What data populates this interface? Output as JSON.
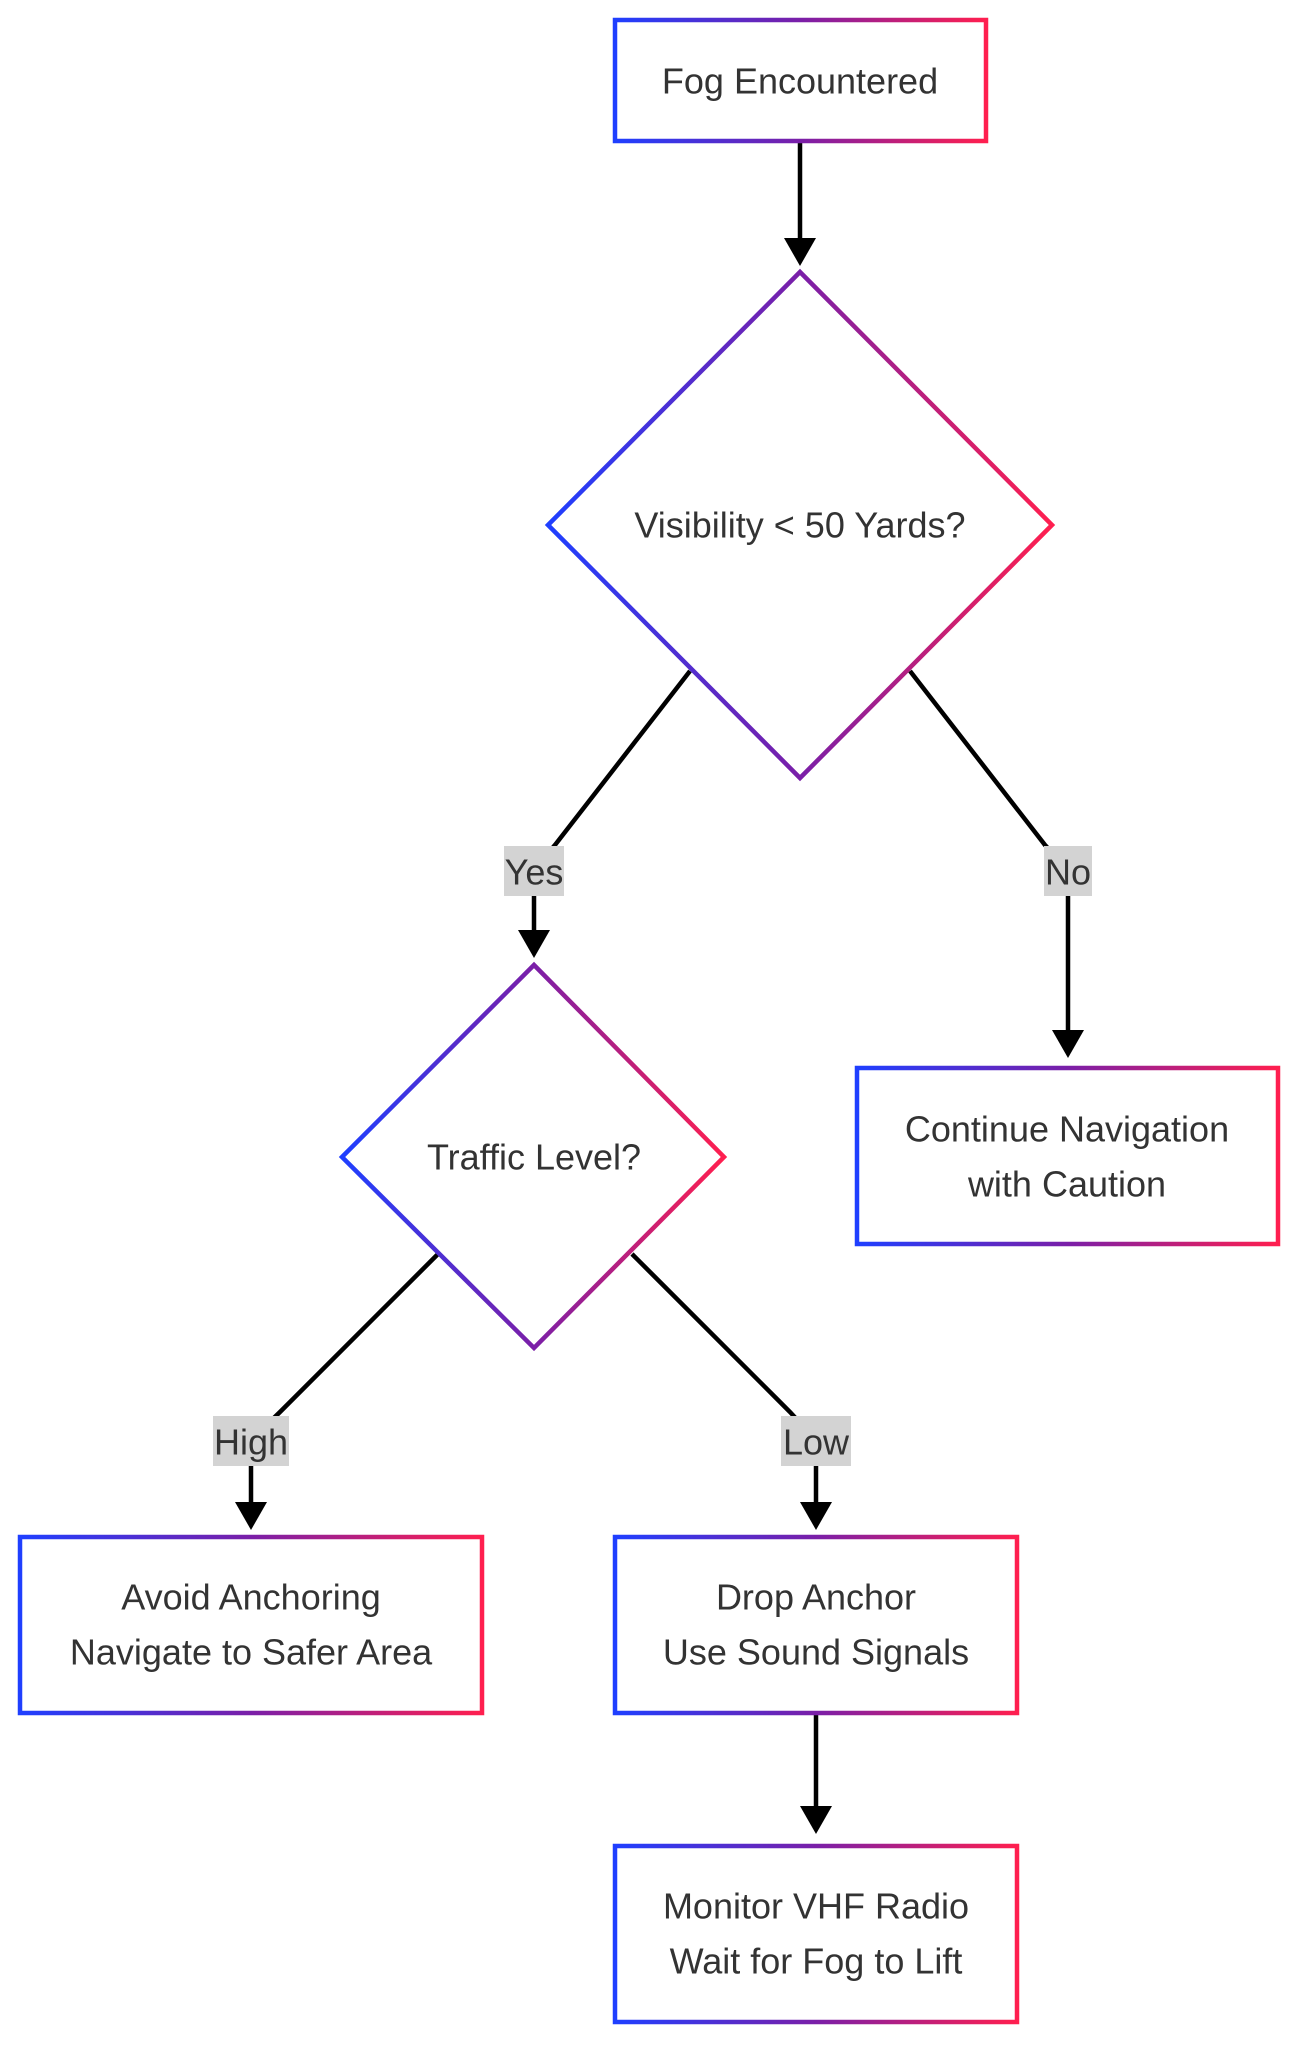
{
  "nodes": {
    "fog_encountered": {
      "lines": [
        "Fog Encountered"
      ]
    },
    "visibility_check": {
      "lines": [
        "Visibility < 50 Yards?"
      ]
    },
    "traffic_level": {
      "lines": [
        "Traffic Level?"
      ]
    },
    "continue_navigation": {
      "lines": [
        "Continue Navigation",
        "with Caution"
      ]
    },
    "avoid_anchoring": {
      "lines": [
        "Avoid Anchoring",
        "Navigate to Safer Area"
      ]
    },
    "drop_anchor": {
      "lines": [
        "Drop Anchor",
        "Use Sound Signals"
      ]
    },
    "monitor_vhf": {
      "lines": [
        "Monitor VHF Radio",
        "Wait for Fog to Lift"
      ]
    }
  },
  "edges": {
    "visibility_yes": {
      "label": "Yes"
    },
    "visibility_no": {
      "label": "No"
    },
    "traffic_high": {
      "label": "High"
    },
    "traffic_low": {
      "label": "Low"
    }
  },
  "colors": {
    "gradient_start": "#1f3fff",
    "gradient_mid": "#7a1fa8",
    "gradient_end": "#ff1f4f",
    "edge": "#000000",
    "label_bg": "#d3d3d3",
    "text": "#333333"
  }
}
